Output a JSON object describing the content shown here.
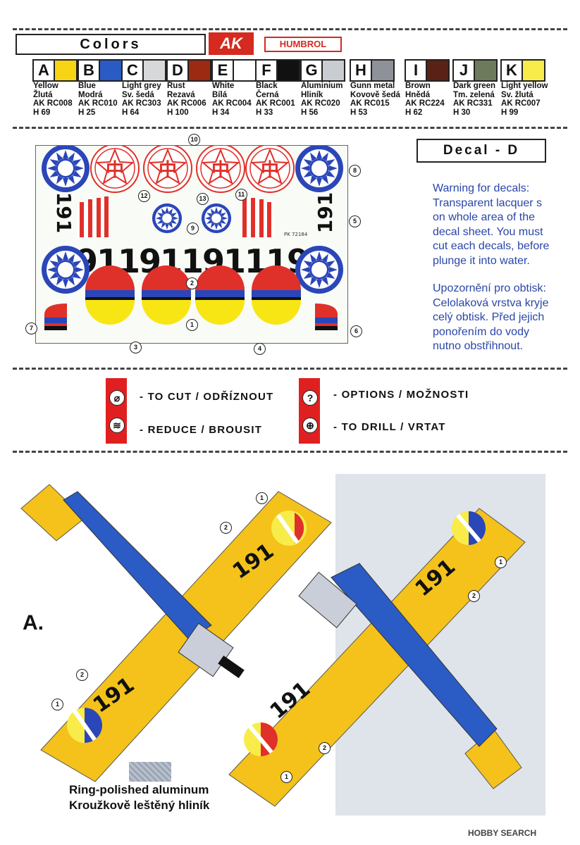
{
  "header": {
    "colors_title": "Colors",
    "ak_logo": "AK",
    "humbrol_logo": "HUMBROL"
  },
  "colors": [
    {
      "letter": "A",
      "hex": "#f7d414",
      "name": "Yellow",
      "czech": "Žlutá",
      "ak": "AK RC008",
      "h": "H 69"
    },
    {
      "letter": "B",
      "hex": "#2a5bc4",
      "name": "Blue",
      "czech": "Modrá",
      "ak": "AK RC010",
      "h": "H 25"
    },
    {
      "letter": "C",
      "hex": "#d6d8da",
      "name": "Light grey",
      "czech": "Sv. šedá",
      "ak": "AK RC303",
      "h": "H 64"
    },
    {
      "letter": "D",
      "hex": "#9c2a12",
      "name": "Rust",
      "czech": "Rezavá",
      "ak": "AK RC006",
      "h": "H 100"
    },
    {
      "letter": "E",
      "hex": "#ffffff",
      "name": "White",
      "czech": "Bílá",
      "ak": "AK RC004",
      "h": "H 34"
    },
    {
      "letter": "F",
      "hex": "#111111",
      "name": "Black",
      "czech": "Černá",
      "ak": "AK RC001",
      "h": "H 33"
    },
    {
      "letter": "G",
      "hex": "#c9ccd0",
      "name": "Aluminium",
      "czech": "Hliník",
      "ak": "AK RC020",
      "h": "H 56"
    },
    {
      "letter": "H",
      "hex": "#8e9298",
      "name": "Gunn metal",
      "czech": "Kovově šedá",
      "ak": "AK RC015",
      "h": "H 53"
    },
    {
      "letter": "I",
      "hex": "#5a2216",
      "name": "Brown",
      "czech": "Hnědá",
      "ak": "AK RC224",
      "h": "H 62"
    },
    {
      "letter": "J",
      "hex": "#6e7a5c",
      "name": "Dark green",
      "czech": "Tm. zelená",
      "ak": "AK RC331",
      "h": "H 30"
    },
    {
      "letter": "K",
      "hex": "#f8ec4a",
      "name": "Light yellow",
      "czech": "Sv. žlutá",
      "ak": "AK RC007",
      "h": "H 99"
    }
  ],
  "decal": {
    "title": "Decal - D",
    "sheet_number": "1911911911191",
    "side_numbers": "191",
    "char": "中",
    "kit_code": "PK 72184",
    "warning_en": [
      "Warning for decals:",
      "Transparent lacquer s",
      "on whole area of the",
      "decal sheet. You must",
      "cut each decals, before",
      "plunge it into water."
    ],
    "warning_cz": [
      "Upozornění pro obtisk:",
      "Celolaková vrstva kryje",
      "celý obtisk. Před jejich",
      "ponořením do vody",
      "nutno obstřihnout."
    ],
    "callouts": [
      "1",
      "2",
      "3",
      "4",
      "5",
      "6",
      "7",
      "8",
      "9",
      "10",
      "11",
      "12",
      "13"
    ]
  },
  "legend": [
    {
      "icon": "⌀",
      "text": "- TO CUT / ODŘÍZNOUT"
    },
    {
      "icon": "≋",
      "text": "- REDUCE / BROUSIT"
    },
    {
      "icon": "?",
      "text": "- OPTIONS / MOŽNOSTI"
    },
    {
      "icon": "⊕",
      "text": "- TO DRILL / VRTAT"
    }
  ],
  "scheme": {
    "label": "A.",
    "aircraft_number": "191",
    "ring_polished_en": "Ring-polished aluminum",
    "ring_polished_cz": "Kroužkově leštěný hliník"
  },
  "footer": {
    "watermark": "HOBBY SEARCH"
  }
}
